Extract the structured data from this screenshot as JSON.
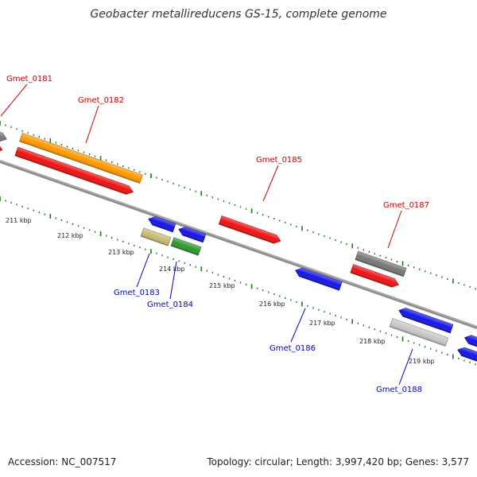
{
  "title": "Geobacter metallireducens GS-15, complete genome",
  "footer": {
    "accession": "Accession: NC_007517",
    "summary": "Topology: circular; Length: 3,997,420 bp; Genes: 3,577"
  },
  "colors": {
    "backbone": "#8c8c8c",
    "tick": "#1a7a1a",
    "forward_label": "#cc0000",
    "reverse_label": "#0000cc",
    "red": "#ee1111",
    "orange": "#ff9900",
    "gray": "#777777",
    "blue": "#1414e6",
    "khaki": "#c8bb74",
    "green": "#2a9a2a",
    "lightgray": "#c8c8c8"
  },
  "ruler": {
    "unit": "kbp",
    "labels": [
      "211 kbp",
      "212 kbp",
      "213 kbp",
      "214 kbp",
      "215 kbp",
      "216 kbp",
      "217 kbp",
      "218 kbp",
      "219 kbp"
    ]
  },
  "forward_genes": [
    {
      "label": "Gmet_0181",
      "color": "gray"
    },
    {
      "label": "Gmet_0182",
      "color": "orange"
    },
    {
      "label": "Gmet_0185",
      "color": "red"
    },
    {
      "label": "Gmet_0187",
      "color": "gray"
    }
  ],
  "reverse_genes": [
    {
      "label": "Gmet_0183",
      "color": "khaki"
    },
    {
      "label": "Gmet_0184",
      "color": "green"
    },
    {
      "label": "Gmet_0186",
      "color": "blue"
    },
    {
      "label": "Gmet_0188",
      "color": "lightgray"
    }
  ]
}
